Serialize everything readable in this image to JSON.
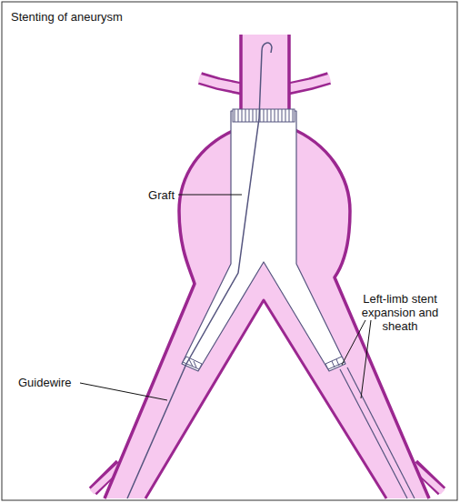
{
  "diagram": {
    "title": "Stenting of aneurysm",
    "labels": [
      "Graft",
      "Left-limb stent expansion and sheath",
      "Guidewire"
    ]
  }
}
